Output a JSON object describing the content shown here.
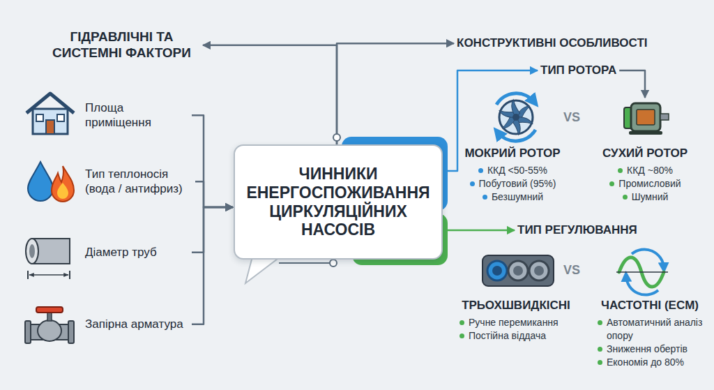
{
  "diagram": {
    "nodes": [
      {
        "text": [
          "ЧИННИКИ ЕНЕРГОСПОЖИВАННЯ ЦИРКУЛЯЦІЙНИХ НАСОСІВ"
        ]
      },
      {
        "text": [
          "ГІДРАВЛІЧНІ ТА СИСТЕМНІ ФАКТОРИ"
        ]
      },
      {
        "text": [
          "КОНСТРУКТИВНІ ОСОБЛИВОСТІ"
        ]
      },
      {
        "text": [
          "Площа приміщення"
        ]
      },
      {
        "text": [
          "Тип теплоносія (вода / антифриз)"
        ]
      },
      {
        "text": [
          "Діаметр труб"
        ]
      },
      {
        "text": [
          "Запірна арматура"
        ]
      },
      {
        "text": [
          "ТИП РОТОРА"
        ]
      },
      {
        "text": [
          "МОКРИЙ РОТОР",
          "ККД <50-55%",
          "Побутовий (95%)",
          "Безшумний"
        ]
      },
      {
        "text": [
          "СУХИЙ РОТОР",
          "ККД ~80%",
          "Промисловий",
          "Шумний"
        ]
      },
      {
        "text": [
          "ТИП РЕГУЛЮВАННЯ"
        ]
      },
      {
        "text": [
          "ТРЬОХШВИДКІСНІ",
          "Ручне перемикання",
          "Постійна віддача"
        ]
      },
      {
        "text": [
          "ЧАСТОТНІ (ECM)",
          "Автоматичний аналіз опору",
          "Зниження обертів",
          "Економія до 80%"
        ]
      }
    ],
    "edges": [
      {
        "from": 0,
        "to": 1,
        "arrow": "to"
      },
      {
        "from": 0,
        "to": 2,
        "arrow": "to"
      },
      {
        "from": 3,
        "to": 0,
        "arrow": "to"
      },
      {
        "from": 4,
        "to": 0,
        "arrow": "to"
      },
      {
        "from": 5,
        "to": 0,
        "arrow": "to"
      },
      {
        "from": 6,
        "to": 0,
        "arrow": "to"
      },
      {
        "from": 0,
        "to": 7,
        "arrow": "to"
      },
      {
        "from": 7,
        "to": 9,
        "arrow": "to"
      },
      {
        "from": 0,
        "to": 10,
        "arrow": "to"
      }
    ],
    "labels": [
      "VS",
      "VS"
    ]
  }
}
